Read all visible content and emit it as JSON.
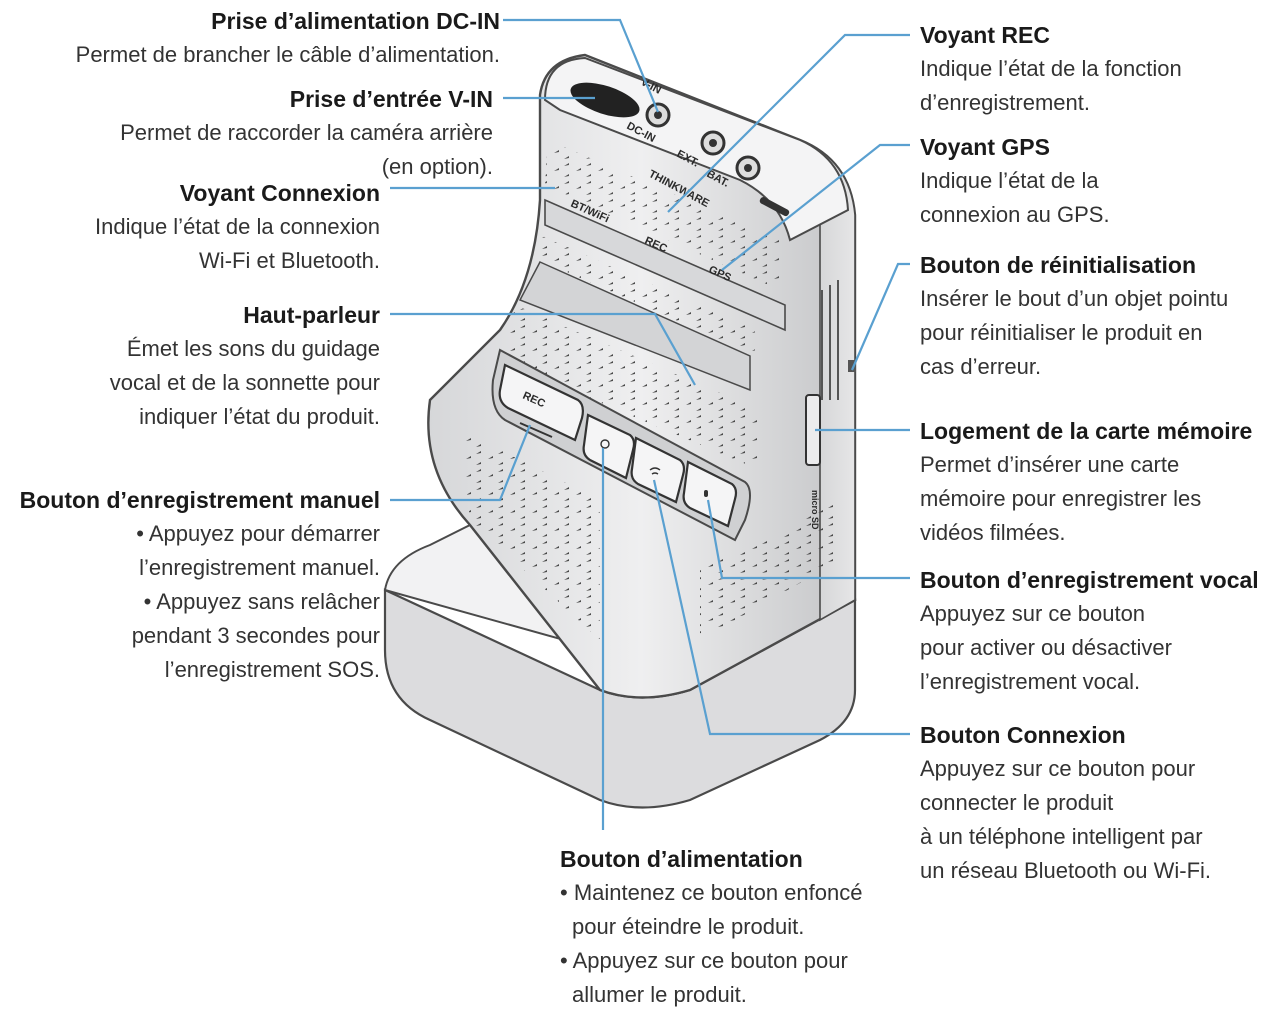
{
  "callouts": {
    "dc_in": {
      "title": "Prise d’alimentation DC-IN",
      "lines": [
        "Permet de brancher le câble d’alimentation."
      ]
    },
    "v_in": {
      "title": "Prise d’entrée V-IN",
      "lines": [
        "Permet de raccorder la caméra arrière",
        "(en option)."
      ]
    },
    "connexion_led": {
      "title": "Voyant Connexion",
      "lines": [
        "Indique l’état de la connexion",
        "Wi-Fi et Bluetooth."
      ]
    },
    "speaker": {
      "title": "Haut-parleur",
      "lines": [
        "Émet les sons du guidage",
        "vocal et de la sonnette pour",
        "indiquer l’état du produit."
      ]
    },
    "manual_rec": {
      "title": "Bouton d’enregistrement manuel",
      "lines": [
        "• Appuyez pour démarrer",
        "l’enregistrement manuel.",
        "• Appuyez sans relâcher",
        "pendant 3 secondes pour",
        "l’enregistrement SOS."
      ]
    },
    "rec_led": {
      "title": "Voyant REC",
      "lines": [
        "Indique l’état de la fonction",
        "d’enregistrement."
      ]
    },
    "gps_led": {
      "title": "Voyant GPS",
      "lines": [
        "Indique l’état de la",
        "connexion au GPS."
      ]
    },
    "reset": {
      "title": "Bouton de réinitialisation",
      "lines": [
        "Insérer le bout d’un objet pointu",
        "pour réinitialiser le produit en",
        "cas d’erreur."
      ]
    },
    "memory_slot": {
      "title": "Logement de la carte mémoire",
      "lines": [
        "Permet d’insérer une carte",
        "mémoire pour enregistrer les",
        "vidéos filmées."
      ]
    },
    "voice_rec": {
      "title": "Bouton d’enregistrement vocal",
      "lines": [
        "Appuyez sur ce bouton",
        "pour activer ou désactiver",
        "l’enregistrement vocal."
      ]
    },
    "connect_btn": {
      "title": "Bouton Connexion",
      "lines": [
        "Appuyez sur ce bouton pour",
        "connecter le produit",
        "à un téléphone intelligent par",
        "un réseau Bluetooth ou Wi-Fi."
      ]
    },
    "power": {
      "title": "Bouton d’alimentation",
      "lines": [
        "• Maintenez ce bouton enfoncé",
        "pour éteindre le produit.",
        "• Appuyez sur ce bouton pour",
        "allumer le produit."
      ]
    }
  },
  "device_labels": {
    "v_in": "V-IN",
    "dc_in": "DC-IN",
    "ext": "EXT.",
    "bat": "BAT.",
    "brand": "THINKWARE",
    "bt_wifi": "BT/WiFi",
    "rec_led": "REC",
    "gps_led": "GPS",
    "rec_button": "REC",
    "sd": "micro SD"
  },
  "colors": {
    "leader": "#5aa0d0",
    "body": "#e9e9ea",
    "body_dark": "#bdbec0",
    "outline": "#4a4a4a"
  }
}
